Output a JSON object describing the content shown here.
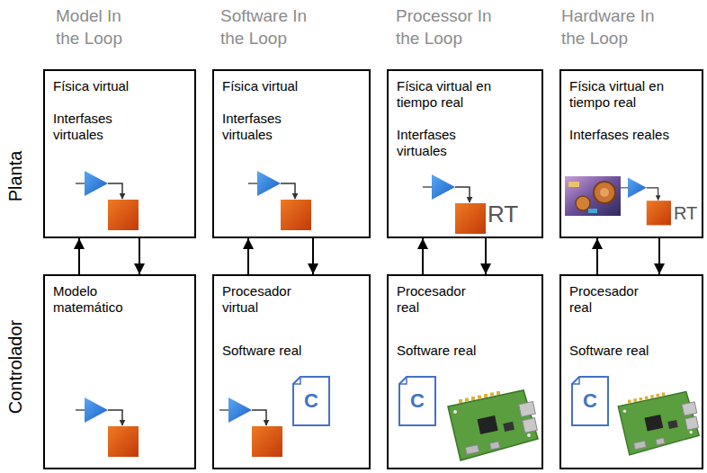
{
  "diagram": {
    "nodes": [
      {
        "text": [
          "Física virtual",
          "Interfases virtuales"
        ]
      },
      {
        "text": [
          "Física virtual",
          "Interfases virtuales"
        ]
      },
      {
        "text": [
          "Física virtual en tiempo real",
          "Interfases virtuales"
        ]
      },
      {
        "text": [
          "Física virtual en tiempo real",
          "Interfases reales"
        ]
      },
      {
        "text": [
          "Modelo matemático"
        ]
      },
      {
        "text": [
          "Procesador virtual",
          "Software real"
        ]
      },
      {
        "text": [
          "Procesador real",
          "Software real"
        ]
      },
      {
        "text": [
          "Procesador real",
          "Software real"
        ]
      }
    ],
    "edges": [
      {
        "from": 4,
        "to": 0,
        "arrow": "to"
      },
      {
        "from": 0,
        "to": 4,
        "arrow": "to"
      },
      {
        "from": 5,
        "to": 1,
        "arrow": "to"
      },
      {
        "from": 1,
        "to": 5,
        "arrow": "to"
      },
      {
        "from": 6,
        "to": 2,
        "arrow": "to"
      },
      {
        "from": 2,
        "to": 6,
        "arrow": "to"
      },
      {
        "from": 7,
        "to": 3,
        "arrow": "to"
      },
      {
        "from": 3,
        "to": 7,
        "arrow": "to"
      }
    ],
    "labels": [
      "Model In the Loop",
      "Software In the Loop",
      "Processor In the Loop",
      "Hardware In the Loop",
      "Planta",
      "Controlador",
      "RT",
      "RT",
      "C",
      "C",
      "C"
    ]
  }
}
